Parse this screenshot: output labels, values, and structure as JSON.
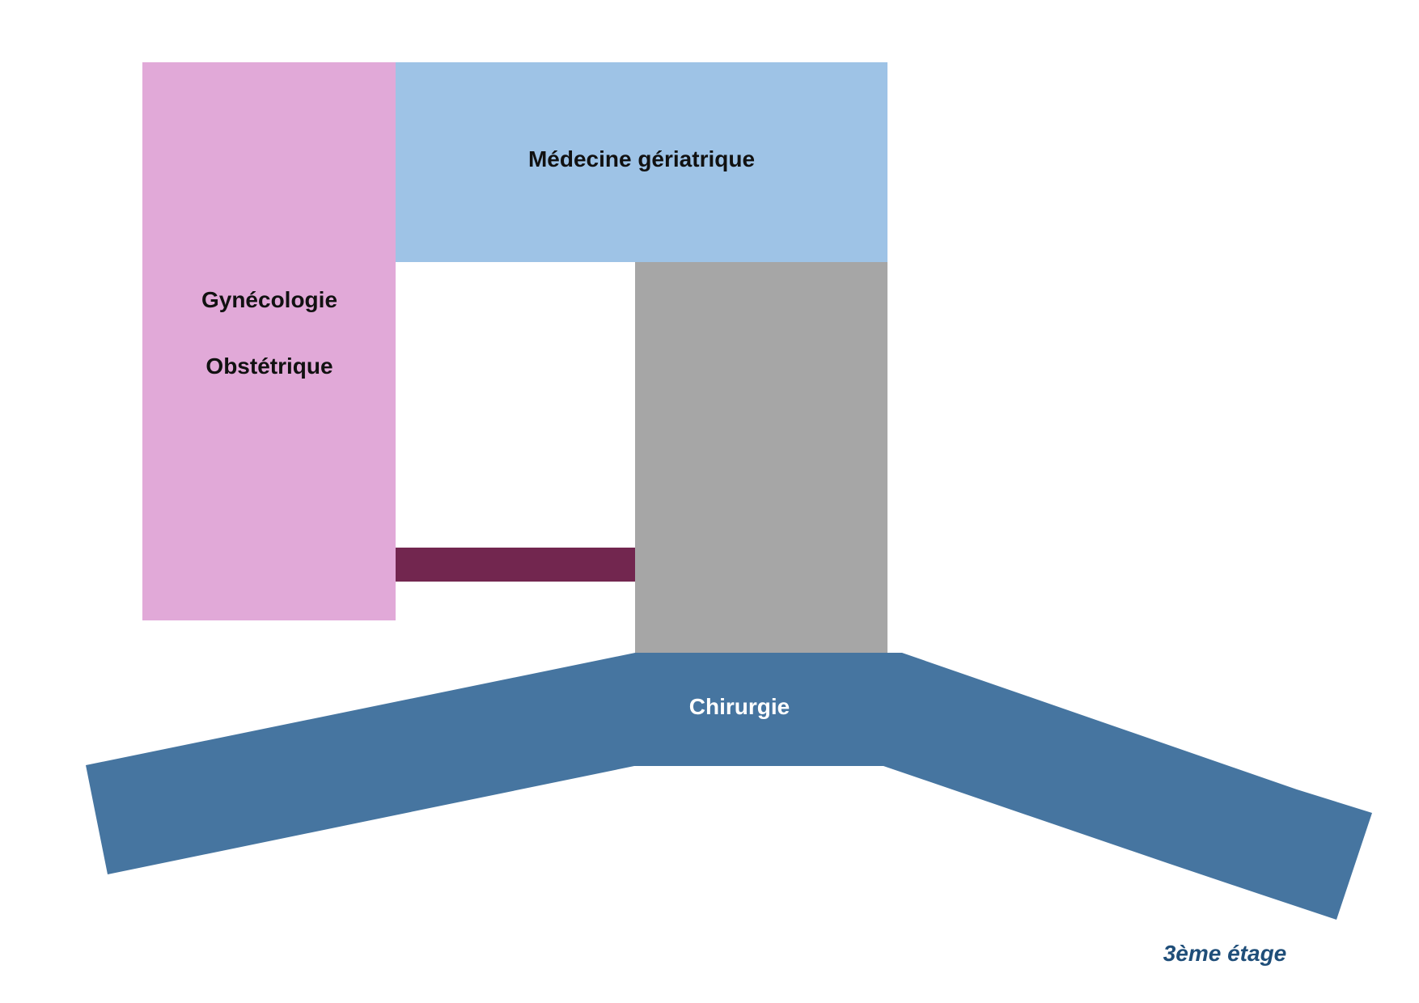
{
  "plan": {
    "floor_label": "3ème étage",
    "wings": {
      "gynecology": {
        "line1": "Gynécologie",
        "line2": "Obstétrique",
        "color": "#E1A9D8"
      },
      "geriatric": {
        "label": "Médecine gériatrique",
        "color": "#9EC3E6"
      },
      "grey_block": {
        "color": "#A6A6A6"
      },
      "corridor": {
        "color": "#72264F"
      },
      "surgery": {
        "label": "Chirurgie",
        "color": "#4675A0"
      }
    },
    "colors": {
      "dark_text": "#111111",
      "light_text": "#FFFFFF",
      "floor_label": "#1F4E79"
    }
  }
}
